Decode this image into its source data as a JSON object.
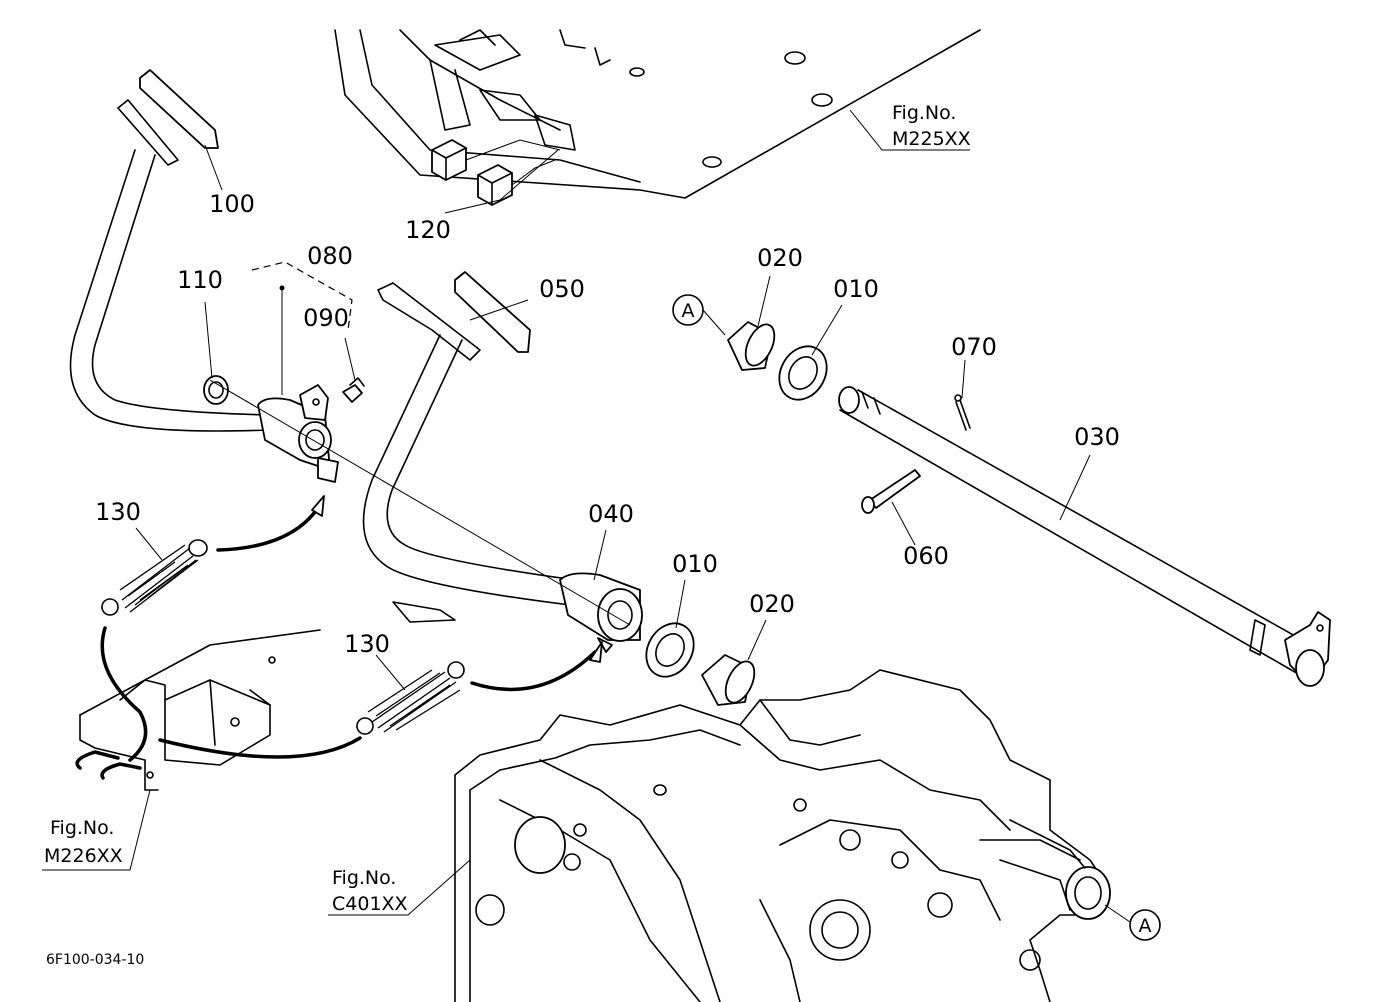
{
  "drawing_code": "6F100-034-10",
  "callouts": {
    "c100": "100",
    "c120": "120",
    "c110": "110",
    "c080": "080",
    "c090": "090",
    "c050": "050",
    "c020_top": "020",
    "c010_top": "010",
    "c070": "070",
    "c030": "030",
    "c060": "060",
    "c130_top": "130",
    "c130_bottom": "130",
    "c040": "040",
    "c010_bottom": "010",
    "c020_bottom": "020"
  },
  "references": {
    "m225": {
      "line1": "Fig.No.",
      "line2": "M225XX"
    },
    "m226": {
      "line1": "Fig.No.",
      "line2": "M226XX"
    },
    "c401": {
      "line1": "Fig.No.",
      "line2": "C401XX"
    }
  },
  "markers": {
    "a_top": "A",
    "a_bottom": "A"
  }
}
